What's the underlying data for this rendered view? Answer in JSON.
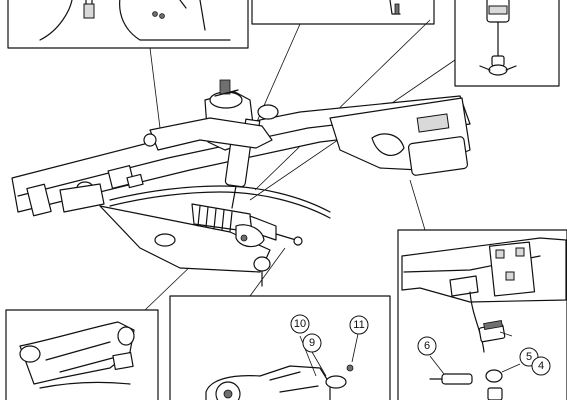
{
  "colors": {
    "line": "#111111",
    "background": "#ffffff",
    "shade": "#d9d9d9",
    "dark": "#6f6f6f"
  },
  "callouts": {
    "c10": "10",
    "c9": "9",
    "c11": "11",
    "c6": "6",
    "c5": "5",
    "c4": "4"
  },
  "detail_views": [
    "top-left-detail",
    "top-center-detail",
    "top-right-shock-detail",
    "right-sway-bar-bracket-detail",
    "bottom-left-control-arm-detail",
    "bottom-center-knuckle-detail"
  ]
}
